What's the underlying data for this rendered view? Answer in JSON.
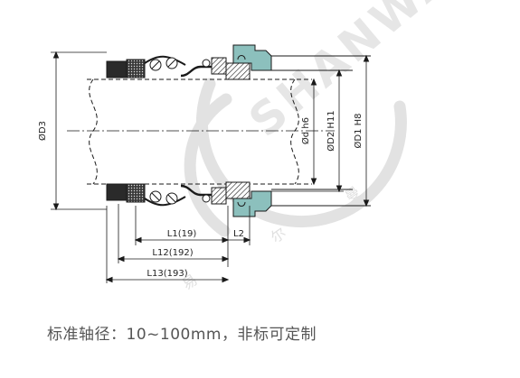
{
  "watermark": {
    "brand": "SHANWANN",
    "glyph_er": "尔",
    "glyph_man": "曼",
    "glyph_yi": "易"
  },
  "diagram": {
    "labels": {
      "d3": "ØD3",
      "d": "Ød h6",
      "d2": "ØD2 H11",
      "d1": "ØD1 H8",
      "l1": "L1(19)",
      "l2": "L2",
      "l12": "L12(192)",
      "l13": "L13(193)"
    },
    "colors": {
      "line": "#1a1a1a",
      "seat": "#8cc0bd",
      "watermark": "#e4e4e4",
      "rubber": "#2a2a2a",
      "graphite": "#555555"
    }
  },
  "caption": "标准轴径：10~100mm，非标可定制"
}
